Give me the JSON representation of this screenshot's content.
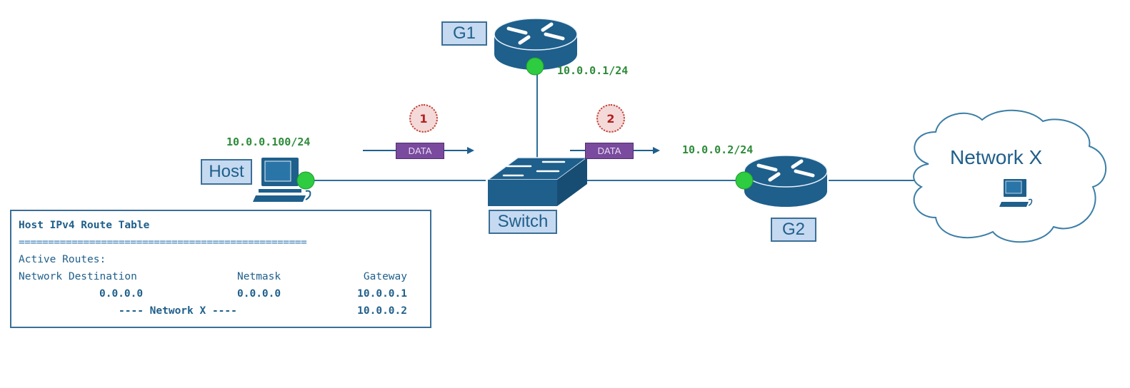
{
  "colors": {
    "device_blue": "#1e5f8c",
    "link_line": "#2f6f99",
    "interface_green": "#2ecc40",
    "ip_text_green": "#2e8b3a",
    "data_tag_purple": "#7a4a9e",
    "step_marker_red": "#b22222",
    "label_box_fill": "#c5d9f1"
  },
  "devices": {
    "host": {
      "label": "Host",
      "ip": "10.0.0.100/24",
      "icon": "workstation-icon"
    },
    "g1": {
      "label": "G1",
      "ip": "10.0.0.1/24",
      "icon": "router-icon"
    },
    "switch": {
      "label": "Switch",
      "icon": "switch-icon"
    },
    "g2": {
      "label": "G2",
      "ip": "10.0.0.2/24",
      "icon": "router-icon"
    },
    "network_x": {
      "label": "Network X",
      "icon": "cloud-icon",
      "inner_icon": "workstation-icon"
    }
  },
  "flow": [
    {
      "step": "1",
      "packet_label": "DATA",
      "direction": "host-to-switch"
    },
    {
      "step": "2",
      "packet_label": "DATA",
      "direction": "switch-to-g2"
    }
  ],
  "route_table": {
    "title": "Host IPv4 Route Table",
    "separator": "=================================================",
    "section": "Active Routes:",
    "headers": [
      "Network Destination",
      "Netmask",
      "Gateway"
    ],
    "rows": [
      {
        "destination": "0.0.0.0",
        "netmask": "0.0.0.0",
        "gateway": "10.0.0.1"
      },
      {
        "destination": "---- Network X ----",
        "netmask": "",
        "gateway": "10.0.0.2"
      }
    ]
  }
}
